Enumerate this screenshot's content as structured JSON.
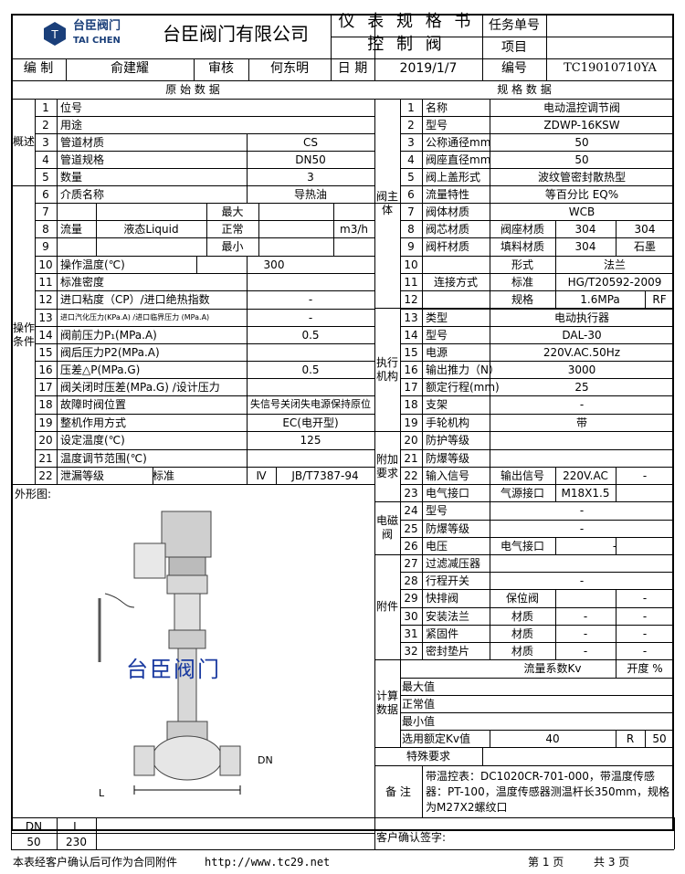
{
  "company": {
    "logo_cn": "台臣阀门",
    "logo_en": "TAI CHEN",
    "name": "台臣阀门有限公司"
  },
  "doc": {
    "title": "仪 表 规 格 书",
    "subtitle": "控 制 阀",
    "task_label": "任务单号",
    "task_value": "",
    "project_label": "项目",
    "project_value": ""
  },
  "meta": {
    "editor_label": "编 制",
    "editor": "俞建耀",
    "review_label": "审核",
    "reviewer": "何东明",
    "date_label": "日 期",
    "date": "2019/1/7",
    "no_label": "编号",
    "no": "TC19010710YA"
  },
  "sections": {
    "left": "原 始 数 据",
    "right": "规 格 数 据"
  },
  "left_groups": {
    "overview": "概述",
    "conditions": "操作条件"
  },
  "left_rows": [
    {
      "no": "1",
      "label": "位号",
      "value": ""
    },
    {
      "no": "2",
      "label": "用途",
      "value": ""
    },
    {
      "no": "3",
      "label": "管道材质",
      "value": "CS"
    },
    {
      "no": "4",
      "label": "管道规格",
      "value": "DN50"
    },
    {
      "no": "5",
      "label": "数量",
      "value": "3"
    },
    {
      "no": "6",
      "label": "介质名称",
      "value": "导热油"
    },
    {
      "no": "7",
      "label": "",
      "value": ""
    },
    {
      "no": "8",
      "label": "",
      "value": ""
    },
    {
      "no": "9",
      "label": "",
      "value": ""
    },
    {
      "no": "10",
      "label": "操作温度(℃)",
      "value": "300"
    },
    {
      "no": "11",
      "label": "标准密度",
      "value": ""
    },
    {
      "no": "12",
      "label": "进口粘度（CP）/进口绝热指数",
      "value": "-"
    },
    {
      "no": "13",
      "label": "进口汽化压力(KPa.A) /进口临界压力 (MPa.A)",
      "value": "-"
    },
    {
      "no": "14",
      "label": "阀前压力P₁(MPa.A)",
      "value": "0.5"
    },
    {
      "no": "15",
      "label": "阀后压力P2(MPa.A)",
      "value": ""
    },
    {
      "no": "16",
      "label": "压差△P(MPa.G)",
      "value": "0.5"
    },
    {
      "no": "17",
      "label": "阀关闭时压差(MPa.G) /设计压力",
      "value": ""
    },
    {
      "no": "18",
      "label": "故障时阀位置",
      "value": "失信号关闭失电源保持原位"
    },
    {
      "no": "19",
      "label": "整机作用方式",
      "value": "EC(电开型)"
    },
    {
      "no": "20",
      "label": "设定温度(℃)",
      "value": "125"
    },
    {
      "no": "21",
      "label": "温度调节范围(℃)",
      "value": ""
    },
    {
      "no": "22",
      "label": "泄漏等级",
      "value": ""
    }
  ],
  "flow": {
    "label": "流量",
    "state": "液态Liquid",
    "max": "最大",
    "normal": "正常",
    "min": "最小",
    "unit": "m3/h"
  },
  "leak": {
    "std_label": "标准",
    "grade": "Ⅳ",
    "std": "JB/T7387-94"
  },
  "right_groups": {
    "body": "阀主体",
    "actuator": "执行机构",
    "addon": "附加要求",
    "solenoid": "电磁阀",
    "accessory": "附件",
    "calc": "计算数据"
  },
  "right_rows": [
    {
      "no": "1",
      "label": "名称",
      "value": "电动温控调节阀"
    },
    {
      "no": "2",
      "label": "型号",
      "value": "ZDWP-16KSW"
    },
    {
      "no": "3",
      "label": "公称通径mm",
      "value": "50"
    },
    {
      "no": "4",
      "label": "阀座直径mm",
      "value": "50"
    },
    {
      "no": "5",
      "label": "阀上盖形式",
      "value": "波纹管密封散热型"
    },
    {
      "no": "6",
      "label": "流量特性",
      "value": "等百分比 EQ%"
    },
    {
      "no": "7",
      "label": "阀体材质",
      "value": "WCB"
    },
    {
      "no": "8",
      "label": "阀芯材质",
      "sub": "阀座材质",
      "v1": "304",
      "v2": "304"
    },
    {
      "no": "9",
      "label": "阀杆材质",
      "sub": "填料材质",
      "v1": "304",
      "v2": "石墨"
    },
    {
      "no": "10",
      "label": "",
      "sub": "形式",
      "value": "法兰"
    },
    {
      "no": "11",
      "label": "连接方式",
      "sub": "标准",
      "value": "HG/T20592-2009"
    },
    {
      "no": "12",
      "label": "",
      "sub": "规格",
      "v1": "1.6MPa",
      "v2": "RF"
    },
    {
      "no": "13",
      "label": "类型",
      "value": "电动执行器"
    },
    {
      "no": "14",
      "label": "型号",
      "value": "DAL-30"
    },
    {
      "no": "15",
      "label": "电源",
      "value": "220V.AC.50Hz"
    },
    {
      "no": "16",
      "label": "输出推力（N）",
      "value": "3000"
    },
    {
      "no": "17",
      "label": "额定行程(mm)",
      "value": "25"
    },
    {
      "no": "18",
      "label": "支架",
      "value": "-"
    },
    {
      "no": "19",
      "label": "手轮机构",
      "value": "带"
    },
    {
      "no": "20",
      "label": "防护等级",
      "value": ""
    },
    {
      "no": "21",
      "label": "防爆等级",
      "value": ""
    },
    {
      "no": "22",
      "label": "输入信号",
      "sub": "输出信号",
      "v1": "220V.AC",
      "v2": "-"
    },
    {
      "no": "23",
      "label": "电气接口",
      "sub": "气源接口",
      "v1": "M18X1.5",
      "v2": ""
    },
    {
      "no": "24",
      "label": "型号",
      "value": "-"
    },
    {
      "no": "25",
      "label": "防爆等级",
      "value": "-"
    },
    {
      "no": "26",
      "label": "电压",
      "sub": "电气接口",
      "value": "-"
    },
    {
      "no": "27",
      "label": "过滤减压器",
      "value": ""
    },
    {
      "no": "28",
      "label": "行程开关",
      "value": "-"
    },
    {
      "no": "29",
      "label": "快排阀",
      "v0": "-",
      "sub": "保位阀",
      "v2": "-"
    },
    {
      "no": "30",
      "label": "安装法兰",
      "sub": "材质",
      "v1": "-",
      "v2": "-"
    },
    {
      "no": "31",
      "label": "紧固件",
      "sub": "材质",
      "v1": "-",
      "v2": "-"
    },
    {
      "no": "32",
      "label": "密封垫片",
      "sub": "材质",
      "v1": "-",
      "v2": "-"
    }
  ],
  "calc": {
    "kv_label": "流量系数Kv",
    "open_label": "开度 %",
    "max": "最大值",
    "normal": "正常值",
    "min": "最小值",
    "rated": "选用额定Kv值",
    "rated_value": "40",
    "r_label": "R",
    "r_value": "50"
  },
  "special": {
    "label": "特殊要求",
    "value": ""
  },
  "remark": {
    "label": "备 注",
    "text": [
      "带温控表：DC1020CR-701-000，带温度传感",
      "器：PT-100，温度传感器测温杆长350mm，规格",
      "为M27X2螺纹口"
    ]
  },
  "shape": {
    "label": "外形图:",
    "watermark": "台臣阀门",
    "dim_dn": "DN",
    "dim_l": "L"
  },
  "dims": {
    "h1": "DN",
    "h2": "L",
    "v1": "50",
    "v2": "230"
  },
  "customer": "客户确认签字:",
  "footer": {
    "note": "本表经客户确认后可作为合同附件",
    "url": "http://www.tc29.net",
    "page": "第 1 页",
    "total": "共 3 页"
  }
}
